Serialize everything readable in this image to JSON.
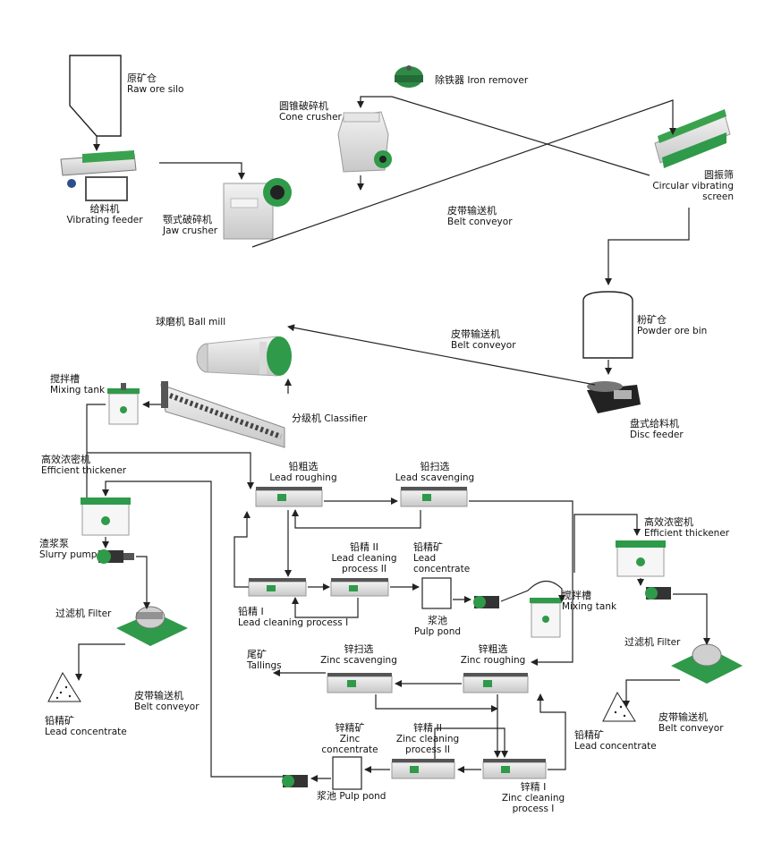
{
  "labels": {
    "raw_ore_silo": {
      "zh": "原矿仓",
      "en": "Raw ore silo"
    },
    "vibrating_feeder": {
      "zh": "给料机",
      "en": "Vibrating feeder"
    },
    "jaw_crusher": {
      "zh": "颚式破碎机",
      "en": "Jaw crusher"
    },
    "cone_crusher": {
      "zh": "圆锥破碎机",
      "en": "Cone crusher"
    },
    "iron_remover": {
      "zh": "除铁器",
      "en": "Iron remover"
    },
    "circular_screen": {
      "zh": "圆振筛",
      "en": "Circular vibrating",
      "en2": "screen"
    },
    "belt_conveyor_1": {
      "zh": "皮带输送机",
      "en": "Belt conveyor"
    },
    "powder_ore_bin": {
      "zh": "粉矿仓",
      "en": "Powder ore bin"
    },
    "disc_feeder": {
      "zh": "盘式给料机",
      "en": "Disc feeder"
    },
    "belt_conveyor_2": {
      "zh": "皮带输送机",
      "en": "Belt conveyor"
    },
    "ball_mill": {
      "zh": "球磨机",
      "en": "Ball mill"
    },
    "classifier": {
      "zh": "分级机",
      "en": "Classifier"
    },
    "mixing_tank_1": {
      "zh": "搅拌槽",
      "en": "Mixing tank"
    },
    "thickener_1": {
      "zh": "高效浓密机",
      "en": "Efficient thickener"
    },
    "slurry_pump": {
      "zh": "渣浆泵",
      "en": "Slurry pump"
    },
    "filter_1": {
      "zh": "过滤机",
      "en": "Filter"
    },
    "lead_concentrate_1": {
      "zh": "铅精矿",
      "en": "Lead concentrate"
    },
    "belt_conveyor_3": {
      "zh": "皮带输送机",
      "en": "Belt conveyor"
    },
    "lead_roughing": {
      "zh": "铅粗选",
      "en": "Lead roughing"
    },
    "lead_scavenging": {
      "zh": "铅扫选",
      "en": "Lead scavenging"
    },
    "lead_cleaning_2": {
      "zh": "铅精 II",
      "en": "Lead cleaning",
      "en2": "process  II"
    },
    "lead_cleaning_1": {
      "zh": "铅精 I",
      "en": "Lead cleaning process I"
    },
    "lead_concentrate_2": {
      "zh": "铅精矿",
      "en": "Lead",
      "en2": "concentrate"
    },
    "pulp_pond_1": {
      "zh": "浆池",
      "en": "Pulp pond"
    },
    "mixing_tank_2": {
      "zh": "搅拌槽",
      "en": "Mixing tank"
    },
    "thickener_2": {
      "zh": "高效浓密机",
      "en": "Efficient thickener"
    },
    "filter_2": {
      "zh": "过滤机",
      "en": "Filter"
    },
    "lead_concentrate_3": {
      "zh": "铅精矿",
      "en": "Lead concentrate"
    },
    "belt_conveyor_4": {
      "zh": "皮带输送机",
      "en": "Belt conveyor"
    },
    "tailings": {
      "zh": "尾矿",
      "en": "Tallings"
    },
    "zinc_scavenging": {
      "zh": "锌扫选",
      "en": "Zinc scavenging"
    },
    "zinc_roughing": {
      "zh": "锌粗选",
      "en": "Zinc roughing"
    },
    "zinc_concentrate": {
      "zh": "锌精矿",
      "en": "Zinc",
      "en2": "concentrate"
    },
    "zinc_cleaning_2": {
      "zh": "锌精 II",
      "en": "Zinc cleaning",
      "en2": "process  II"
    },
    "zinc_cleaning_1": {
      "zh": "锌精 I",
      "en": "Zinc cleaning",
      "en2": "process I"
    },
    "pulp_pond_2": {
      "zh": "浆池",
      "en": "Pulp pond"
    }
  },
  "colors": {
    "equipment_green": "#2f9a4a",
    "equipment_dark": "#3b3b3b",
    "line": "#222222"
  }
}
